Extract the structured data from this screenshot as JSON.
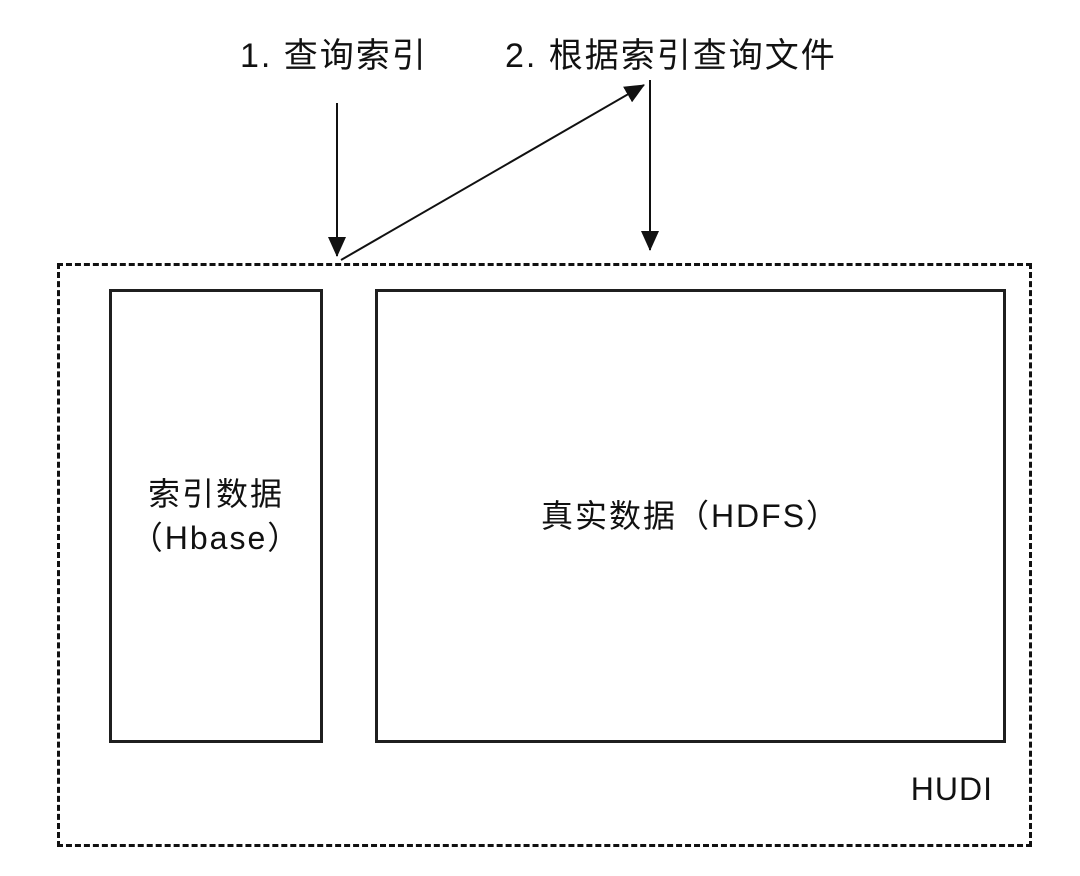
{
  "diagram": {
    "colors": {
      "background": "#ffffff",
      "line": "#111111"
    },
    "annotations": {
      "step1": "1. 查询索引",
      "step2": "2. 根据索引查询文件"
    },
    "container": {
      "label": "HUDI",
      "index_box": {
        "line1": "索引数据",
        "line2": "（Hbase）"
      },
      "data_box": {
        "label": "真实数据（HDFS）"
      }
    }
  }
}
